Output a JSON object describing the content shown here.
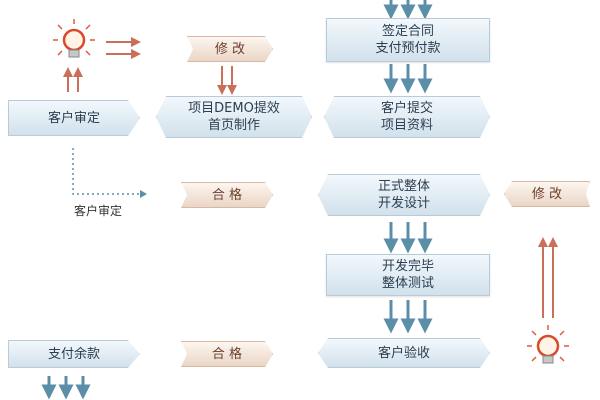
{
  "nodes": {
    "sign_contract": [
      "签定合同",
      "支付预付款"
    ],
    "revise_top": "修 改",
    "client_review_1": "客户审定",
    "demo": [
      "项目DEMO提效",
      "首页制作"
    ],
    "client_submit": [
      "客户提交",
      "项目资料"
    ],
    "client_review_2": "客户审定",
    "qualified_1": "合 格",
    "formal_design": [
      "正式整体",
      "开发设计"
    ],
    "revise_right": "修 改",
    "dev_complete": [
      "开发完毕",
      "整体测试"
    ],
    "pay_balance": "支付余款",
    "qualified_2": "合 格",
    "acceptance": "客户验收"
  },
  "colors": {
    "blue_arrow": "#5b8fa8",
    "red_arrow": "#c96f5a",
    "tan_fill": "#ead6c6",
    "blue_fill": "#d2e1ec"
  },
  "icons": [
    "lightbulb-icon",
    "lightbulb-icon"
  ]
}
